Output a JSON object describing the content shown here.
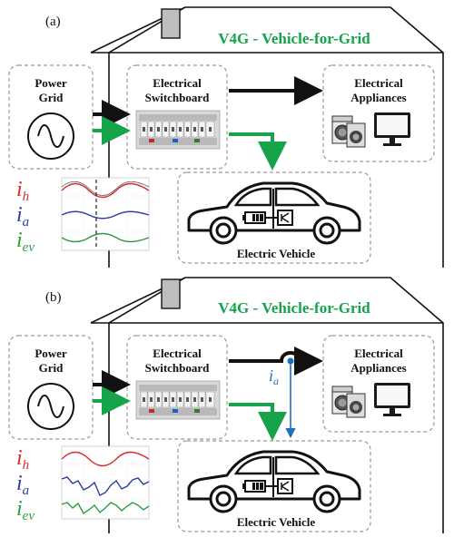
{
  "panels": [
    {
      "label": "(a)",
      "title": "V4G - Vehicle-for-Grid",
      "grid_label_1": "Power",
      "grid_label_2": "Grid",
      "switchboard_label_1": "Electrical",
      "switchboard_label_2": "Switchboard",
      "appliances_label_1": "Electrical",
      "appliances_label_2": "Appliances",
      "vehicle_label": "Electric Vehicle",
      "waveform_labels": {
        "h": "h",
        "a": "a",
        "ev": "ev"
      },
      "current_symbol": "i"
    },
    {
      "label": "(b)",
      "title": "V4G - Vehicle-for-Grid",
      "grid_label_1": "Power",
      "grid_label_2": "Grid",
      "switchboard_label_1": "Electrical",
      "switchboard_label_2": "Switchboard",
      "appliances_label_1": "Electrical",
      "appliances_label_2": "Appliances",
      "vehicle_label": "Electric Vehicle",
      "waveform_labels": {
        "h": "h",
        "a": "a",
        "ev": "ev"
      },
      "current_symbol": "i",
      "sensor_label_sym": "i",
      "sensor_label_sub": "a"
    }
  ],
  "colors": {
    "title": "#16a34a",
    "green_arrow": "#16a34a",
    "black_arrow": "#111111",
    "sensor": "#1d6fbf",
    "ih": "#d32f2f",
    "ia": "#2a3f9e",
    "iev": "#2e9b3e"
  }
}
